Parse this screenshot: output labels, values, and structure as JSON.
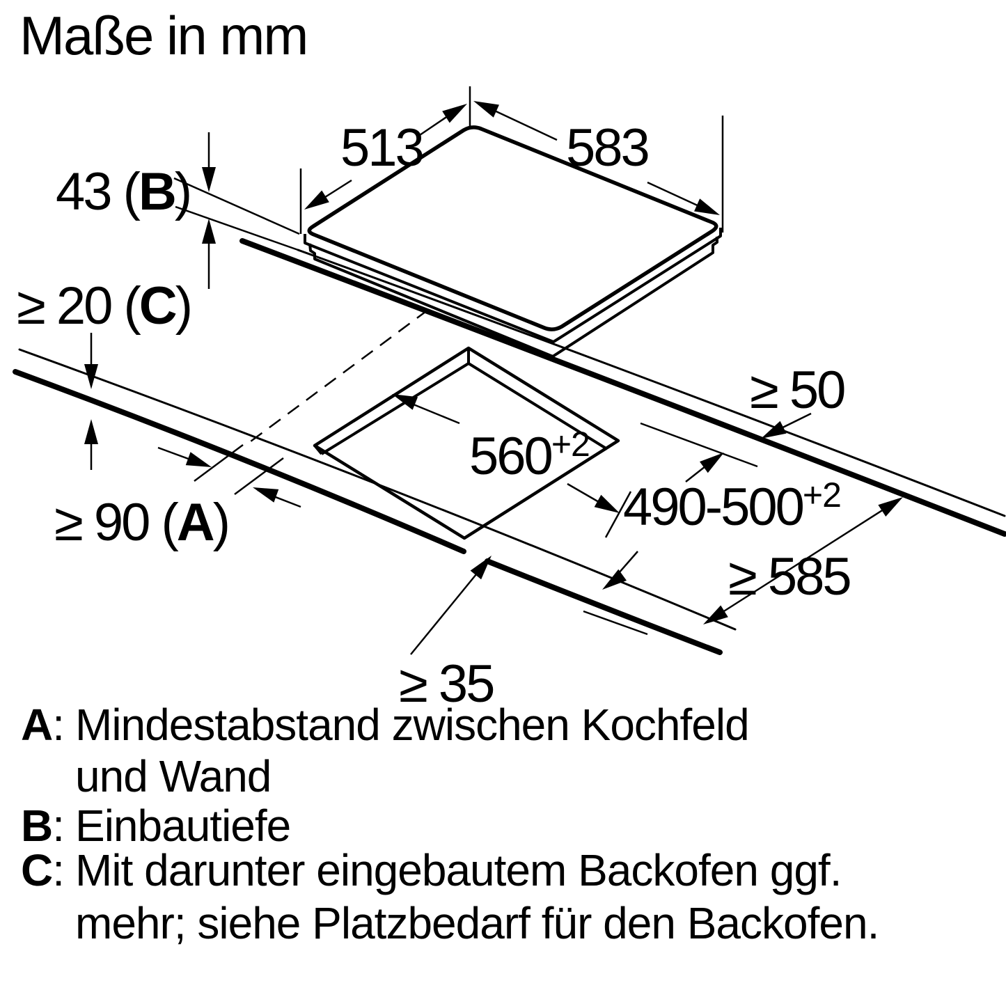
{
  "title": "Maße in mm",
  "dimensions": {
    "depth_top": "513",
    "width_top": "583",
    "build_in_depth": {
      "prefix": "43 (",
      "ref": "B",
      "suffix": ")"
    },
    "clearance_below": {
      "prefix": "≥ 20 (",
      "ref": "C",
      "suffix": ")"
    },
    "wall_distance": {
      "prefix": "≥ 90 (",
      "ref": "A",
      "suffix": ")"
    },
    "cutout_width": {
      "value": "560",
      "tol": "+2"
    },
    "cutout_depth": {
      "value": "490-500",
      "tol": "+2"
    },
    "rear_clearance": "≥ 50",
    "front_clearance": "≥ 35",
    "worktop_depth": "≥ 585"
  },
  "legend_colon": ":",
  "legend": {
    "a": {
      "key": "A",
      "line1": "Mindestabstand zwischen Kochfeld",
      "line2": "und Wand"
    },
    "b": {
      "key": "B",
      "line1": "Einbautiefe"
    },
    "c": {
      "key": "C",
      "line1": "Mit darunter eingebautem Backofen ggf.",
      "line2": "mehr; siehe Platzbedarf für den Backofen."
    }
  },
  "colors": {
    "ink": "#000000",
    "background": "#ffffff"
  }
}
